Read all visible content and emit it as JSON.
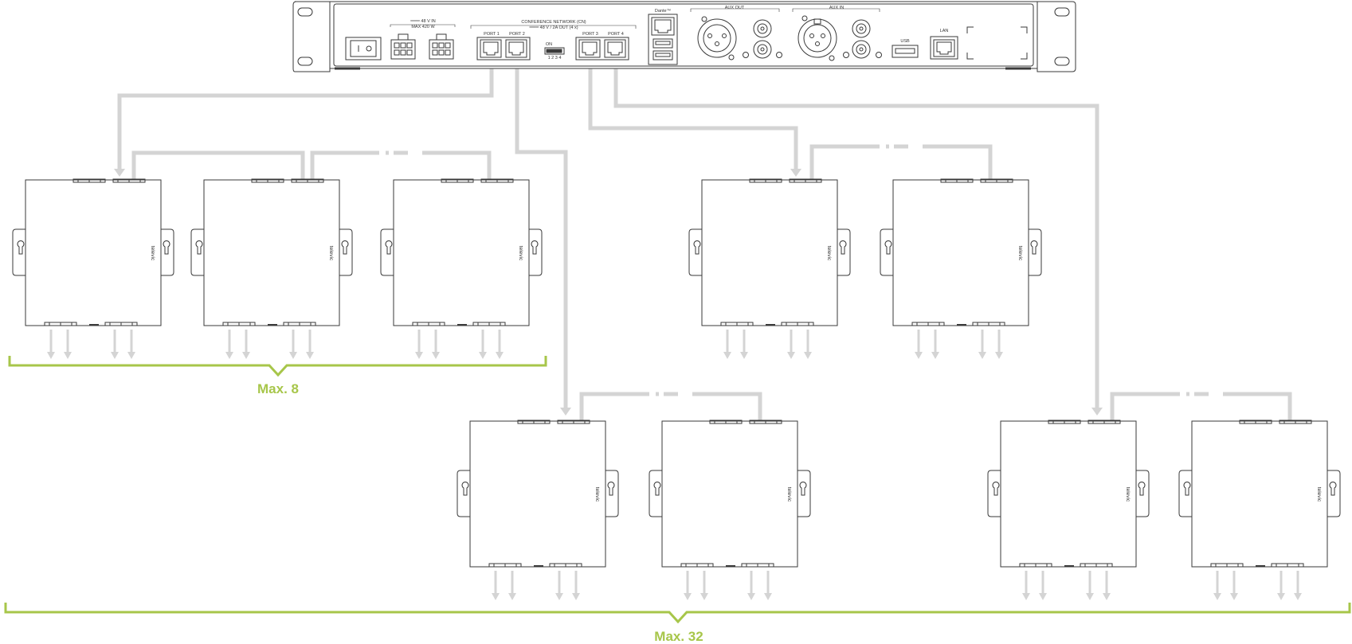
{
  "colors": {
    "cable": "#d4d4d4",
    "outline": "#3a3a3a",
    "bracket": "#a7c64a"
  },
  "rack": {
    "labels": {
      "power_in": "═══ 48 V IN",
      "power_max": "MAX 420 W",
      "cn_title": "CONFERENCE NETWORK (CN)",
      "cn_out": "═══ 48 V / 2A OUT (4 x)",
      "port1": "PORT 1",
      "port2": "PORT 2",
      "port3": "PORT 3",
      "port4": "PORT 4",
      "dip_on": "ON",
      "dip_nums": "1  2  3  4",
      "dante": "Dante™",
      "aux_out": "AUX OUT",
      "aux_in": "AUX IN",
      "usb": "USB",
      "lan": "LAN"
    }
  },
  "unit_brand": "televic",
  "groups": {
    "max8": "Max. 8",
    "max32": "Max. 32"
  }
}
